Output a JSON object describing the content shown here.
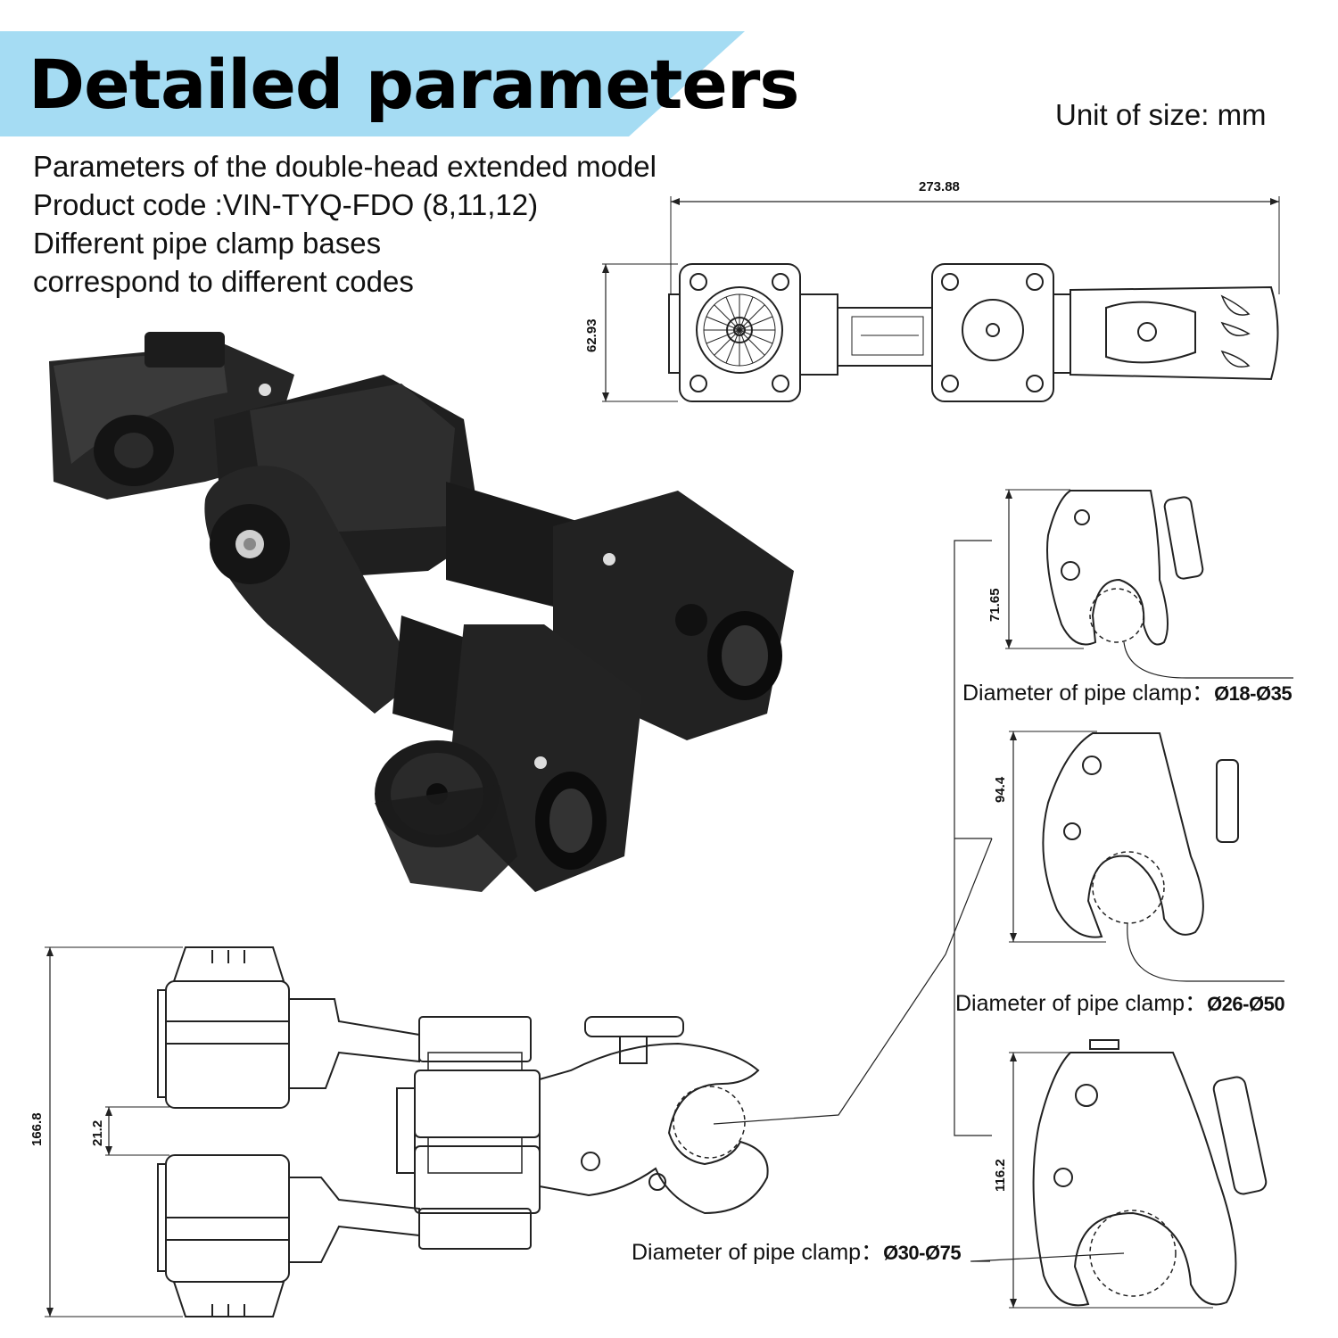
{
  "title": "Detailed parameters",
  "unit": "Unit of size: mm",
  "intro": [
    "Parameters of the double-head extended model",
    "Product code :VIN-TYQ-FDO (8,11,12)",
    "Different pipe clamp bases",
    "correspond to different codes"
  ],
  "dimensions": {
    "length": "273.88",
    "height": "62.93",
    "clamp_small_height": "71.65",
    "clamp_medium_height": "94.4",
    "clamp_large_height": "116.2",
    "total_height": "166.8",
    "gap": "21.2"
  },
  "captions": {
    "small": {
      "label": "Diameter of pipe clamp：",
      "value": "Ø18-Ø35"
    },
    "medium": {
      "label": "Diameter of pipe clamp：",
      "value": "Ø26-Ø50"
    },
    "large": {
      "label": "Diameter of pipe clamp：",
      "value": "Ø30-Ø75"
    }
  }
}
